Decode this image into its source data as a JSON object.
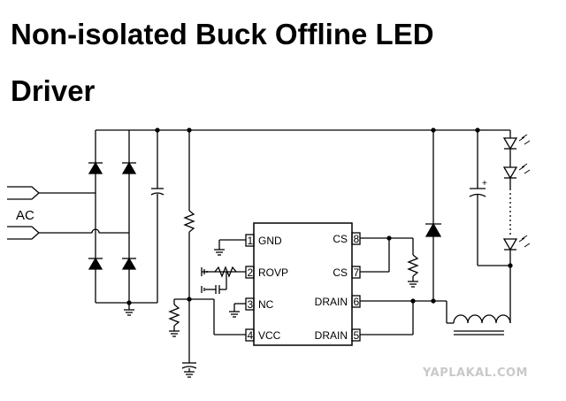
{
  "title": {
    "line1": "Non-isolated Buck Offline LED",
    "line2": "Driver"
  },
  "input_label": "AC",
  "ic": {
    "pins": [
      {
        "num": "1",
        "name": "GND"
      },
      {
        "num": "2",
        "name": "ROVP"
      },
      {
        "num": "3",
        "name": "NC"
      },
      {
        "num": "4",
        "name": "VCC"
      },
      {
        "num": "8",
        "name": "CS"
      },
      {
        "num": "7",
        "name": "CS"
      },
      {
        "num": "6",
        "name": "DRAIN"
      },
      {
        "num": "5",
        "name": "DRAIN"
      }
    ]
  },
  "capacitor_polarity": "+",
  "watermark": "YAPLAKAL.COM",
  "colors": {
    "ink": "#000000",
    "watermark": "#c9c9c9"
  }
}
